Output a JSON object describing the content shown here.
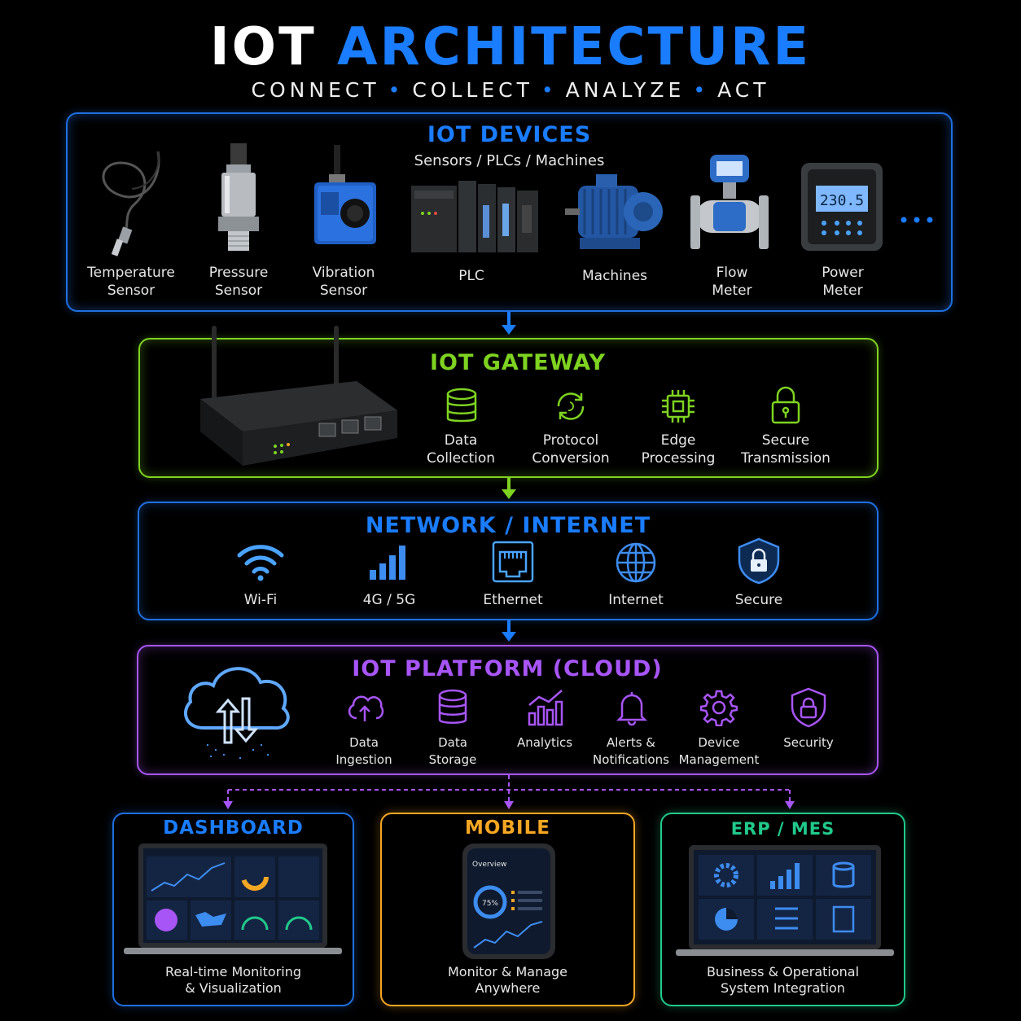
{
  "header": {
    "title_part1": "IOT",
    "title_part2": "ARCHITECTURE",
    "tagline": [
      "CONNECT",
      "COLLECT",
      "ANALYZE",
      "ACT"
    ]
  },
  "colors": {
    "blue": "#1a7cff",
    "green": "#7ed321",
    "purple": "#a855f7",
    "orange": "#f5a623",
    "teal": "#21c98a"
  },
  "devices": {
    "title": "IOT DEVICES",
    "subtitle": "Sensors / PLCs / Machines",
    "items": [
      {
        "label": "Temperature\nSensor",
        "icon": "temperature-sensor-icon"
      },
      {
        "label": "Pressure\nSensor",
        "icon": "pressure-sensor-icon"
      },
      {
        "label": "Vibration\nSensor",
        "icon": "vibration-sensor-icon"
      },
      {
        "label": "PLC",
        "icon": "plc-icon"
      },
      {
        "label": "Machines",
        "icon": "machine-motor-icon"
      },
      {
        "label": "Flow\nMeter",
        "icon": "flow-meter-icon"
      },
      {
        "label": "Power\nMeter",
        "icon": "power-meter-icon"
      }
    ],
    "power_meter_reading": "230.5"
  },
  "gateway": {
    "title": "IOT GATEWAY",
    "items": [
      {
        "label": "Data\nCollection",
        "icon": "database-icon"
      },
      {
        "label": "Protocol\nConversion",
        "icon": "sync-icon"
      },
      {
        "label": "Edge\nProcessing",
        "icon": "chip-icon"
      },
      {
        "label": "Secure\nTransmission",
        "icon": "lock-icon"
      }
    ]
  },
  "network": {
    "title": "NETWORK / INTERNET",
    "items": [
      {
        "label": "Wi-Fi",
        "icon": "wifi-icon"
      },
      {
        "label": "4G / 5G",
        "icon": "signal-bars-icon"
      },
      {
        "label": "Ethernet",
        "icon": "ethernet-port-icon"
      },
      {
        "label": "Internet",
        "icon": "globe-icon"
      },
      {
        "label": "Secure",
        "icon": "shield-lock-icon"
      }
    ]
  },
  "platform": {
    "title": "IOT PLATFORM (CLOUD)",
    "items": [
      {
        "label": "Data\nIngestion",
        "icon": "cloud-upload-icon"
      },
      {
        "label": "Data\nStorage",
        "icon": "database-icon"
      },
      {
        "label": "Analytics",
        "icon": "analytics-chart-icon"
      },
      {
        "label": "Alerts &\nNotifications",
        "icon": "bell-icon"
      },
      {
        "label": "Device\nManagement",
        "icon": "gear-icon"
      },
      {
        "label": "Security",
        "icon": "shield-lock-icon"
      }
    ]
  },
  "outputs": {
    "dashboard": {
      "title": "DASHBOARD",
      "desc_line1": "Real-time Monitoring",
      "desc_line2": "& Visualization"
    },
    "mobile": {
      "title": "MOBILE",
      "desc_line1": "Monitor & Manage",
      "desc_line2": "Anywhere",
      "screen_title": "Overview",
      "gauge_value": "75%"
    },
    "erp": {
      "title": "ERP / MES",
      "desc_line1": "Business & Operational",
      "desc_line2": "System Integration"
    }
  }
}
